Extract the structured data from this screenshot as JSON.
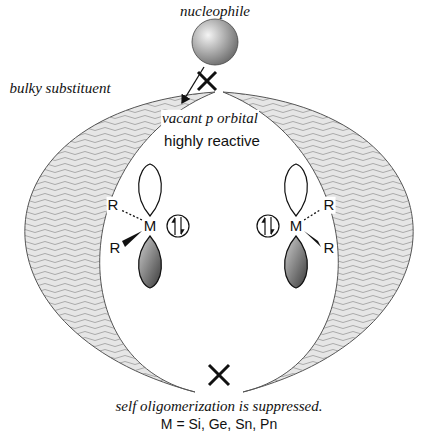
{
  "diagram": {
    "labels": [
      "nucleophile",
      "bulky substituent",
      "vacant p orbital",
      "highly reactive",
      "R",
      "R",
      "M",
      "R",
      "R",
      "M",
      "self oligomerization is suppressed.",
      "M = Si, Ge, Sn, Pn"
    ]
  }
}
